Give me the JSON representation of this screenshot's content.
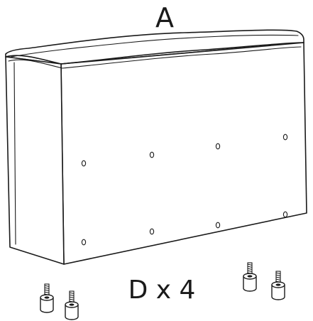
{
  "part_label": "A",
  "quantity_label": "D x 4",
  "icons": [
    "cushion-panel",
    "screw-foot"
  ]
}
